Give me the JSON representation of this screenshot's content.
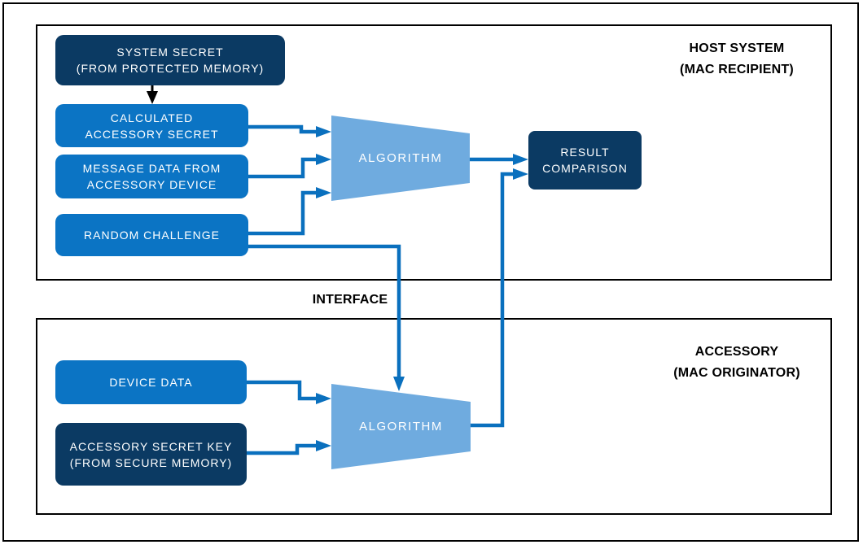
{
  "diagram": {
    "host_section": {
      "label_line1": "HOST SYSTEM",
      "label_line2": "(MAC RECIPIENT)",
      "system_secret_line1": "SYSTEM SECRET",
      "system_secret_line2": "(FROM PROTECTED MEMORY)",
      "calculated_secret_line1": "CALCULATED",
      "calculated_secret_line2": "ACCESSORY SECRET",
      "message_data_line1": "MESSAGE DATA FROM",
      "message_data_line2": "ACCESSORY DEVICE",
      "random_challenge": "RANDOM CHALLENGE",
      "algorithm": "ALGORITHM",
      "result_comparison_line1": "RESULT",
      "result_comparison_line2": "COMPARISON"
    },
    "interface_label": "INTERFACE",
    "accessory_section": {
      "label_line1": "ACCESSORY",
      "label_line2": "(MAC ORIGINATOR)",
      "device_data": "DEVICE DATA",
      "accessory_secret_key_line1": "ACCESSORY SECRET KEY",
      "accessory_secret_key_line2": "(FROM SECURE MEMORY)",
      "algorithm": "ALGORITHM"
    },
    "colors": {
      "dark_navy_box": "#0B3A63",
      "medium_blue_box": "#0B74C4",
      "light_blue_trapezoid": "#6FABDF",
      "connector_blue": "#0A70BE",
      "border_black": "#000000",
      "box_text_white": "#FFFFFF"
    }
  }
}
